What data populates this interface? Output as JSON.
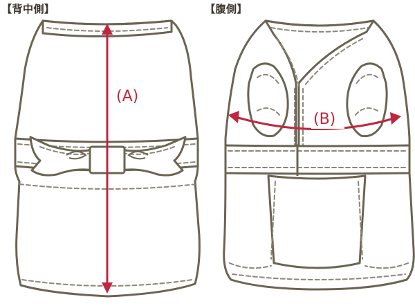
{
  "panels": {
    "back": {
      "title": "【背中側】"
    },
    "belly": {
      "title": "【腹側】"
    }
  },
  "measurements": {
    "a_label": "(A)",
    "b_label": "(B)"
  },
  "colors": {
    "outline": "#6b6453",
    "stitch": "#8c8677",
    "measure": "#c0263f"
  }
}
